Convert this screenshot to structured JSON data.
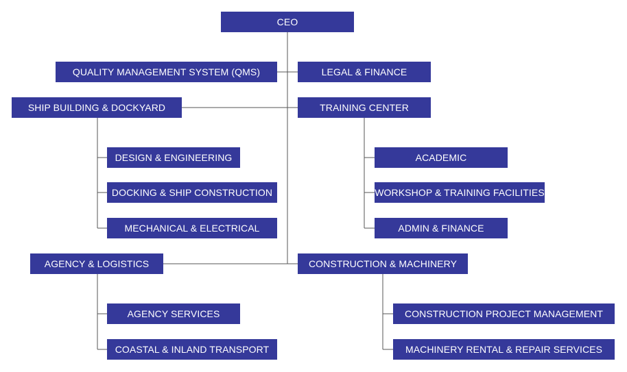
{
  "org_chart": {
    "ceo": "CEO",
    "qms": "QUALITY MANAGEMENT SYSTEM (QMS)",
    "legal_finance": "LEGAL & FINANCE",
    "ship_building": {
      "label": "SHIP BUILDING & DOCKYARD",
      "children": [
        "DESIGN & ENGINEERING",
        "DOCKING & SHIP CONSTRUCTION",
        "MECHANICAL & ELECTRICAL"
      ]
    },
    "training_center": {
      "label": "TRAINING CENTER",
      "children": [
        "ACADEMIC",
        "WORKSHOP & TRAINING FACILITIES",
        "ADMIN & FINANCE"
      ]
    },
    "agency_logistics": {
      "label": "AGENCY & LOGISTICS",
      "children": [
        "AGENCY SERVICES",
        "COASTAL & INLAND TRANSPORT"
      ]
    },
    "construction_machinery": {
      "label": "CONSTRUCTION & MACHINERY",
      "children": [
        "CONSTRUCTION PROJECT MANAGEMENT",
        "MACHINERY RENTAL & REPAIR SERVICES"
      ]
    }
  },
  "colors": {
    "box_fill": "#35399a",
    "box_text": "#ffffff",
    "connector": "#555555"
  }
}
